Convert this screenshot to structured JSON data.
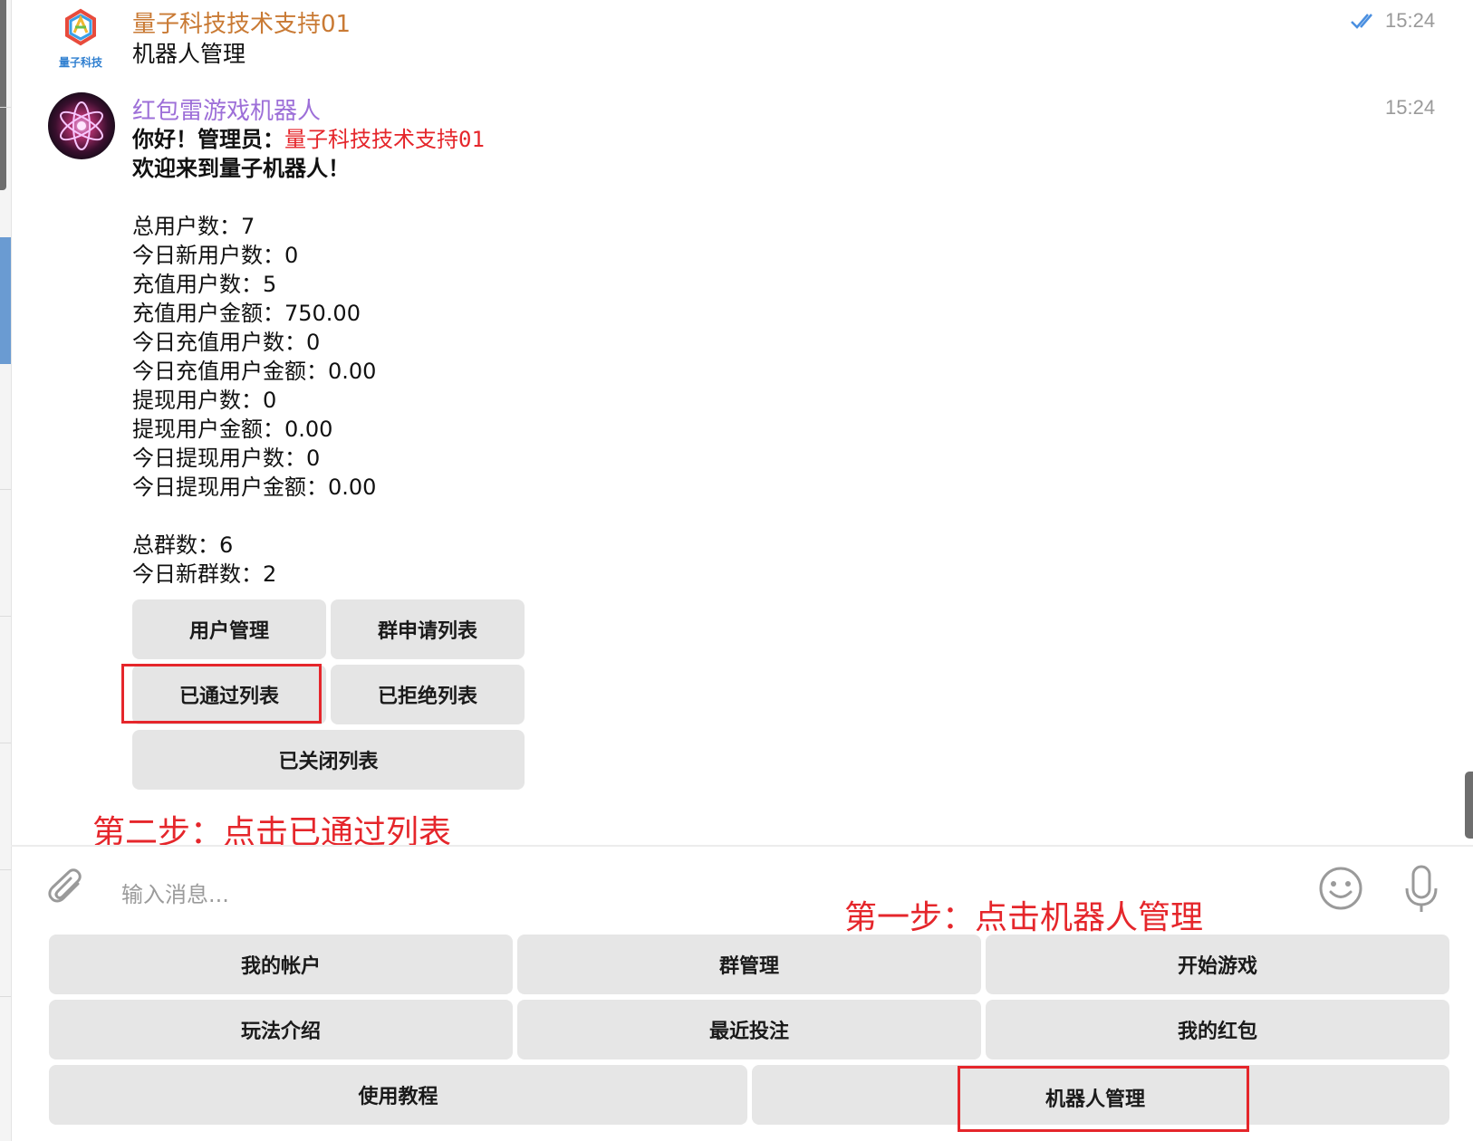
{
  "messages": [
    {
      "sender": "量子科技技术支持01",
      "sender_color": "#c97a34",
      "avatar_logo_text": "量子科技",
      "time": "15:24",
      "status_icon": "double-check-icon",
      "text": "机器人管理"
    },
    {
      "sender": "红包雷游戏机器人",
      "sender_color": "#9d6fd8",
      "time": "15:24",
      "greeting_prefix": "你好！管理员：",
      "greeting_name": "量子科技技术支持01",
      "welcome": "欢迎来到量子机器人！",
      "stats": [
        "总用户数：7",
        "今日新用户数：0",
        "充值用户数：5",
        "充值用户金额：750.00",
        "今日充值用户数：0",
        "今日充值用户金额：0.00",
        "提现用户数：0",
        "提现用户金额：0.00",
        "今日提现用户数：0",
        "今日提现用户金额：0.00"
      ],
      "group_stats": [
        "总群数：6",
        "今日新群数：2"
      ],
      "inline_buttons": {
        "user_mgmt": "用户管理",
        "group_apply_list": "群申请列表",
        "approved_list": "已通过列表",
        "rejected_list": "已拒绝列表",
        "closed_list": "已关闭列表"
      }
    }
  ],
  "annotations": {
    "step2": "第二步：点击已通过列表",
    "step1": "第一步：点击机器人管理"
  },
  "composer": {
    "placeholder": "输入消息...",
    "attach_icon": "paperclip-icon",
    "emoji_icon": "smiley-icon",
    "mic_icon": "microphone-icon"
  },
  "keyboard": {
    "row1": [
      "我的帐户",
      "群管理",
      "开始游戏"
    ],
    "row2": [
      "玩法介绍",
      "最近投注",
      "我的红包"
    ],
    "row3": [
      "使用教程",
      "",
      "机器人管理"
    ]
  },
  "colors": {
    "accent_red": "#e5262b",
    "check_blue": "#4a8fe0",
    "button_bg": "#e6e6e6"
  }
}
